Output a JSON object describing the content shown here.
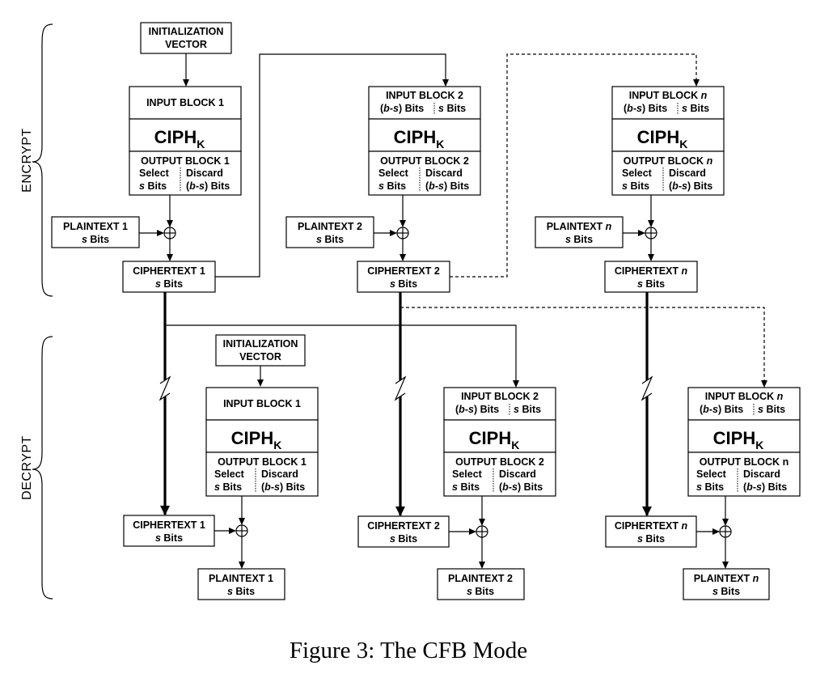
{
  "labels": {
    "encrypt": "ENCRYPT",
    "decrypt": "DECRYPT",
    "init_vector_l1": "INITIALIZATION",
    "init_vector_l2": "VECTOR",
    "ciph": "CIPH",
    "ciph_sub": "K",
    "input_block": "INPUT BLOCK",
    "output_block": "OUTPUT BLOCK",
    "select": "Select",
    "discard": "Discard",
    "b": "b",
    "s": "s",
    "dash": "-",
    "bits": "Bits",
    "plaintext": "PLAINTEXT",
    "ciphertext": "CIPHERTEXT"
  },
  "columns": [
    "1",
    "2",
    "n"
  ],
  "caption": "Figure 3: The CFB Mode"
}
